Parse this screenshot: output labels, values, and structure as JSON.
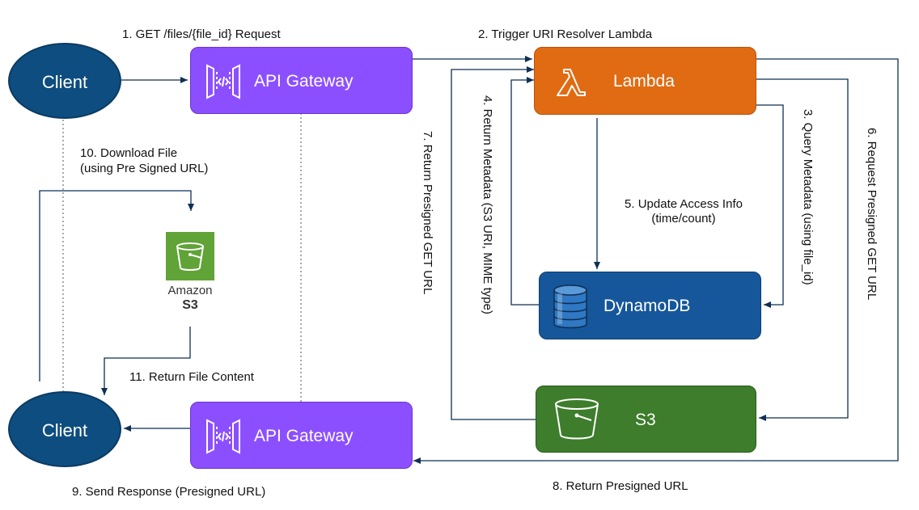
{
  "nodes": {
    "client_top": "Client",
    "client_bottom": "Client",
    "api_gateway_top": "API Gateway",
    "api_gateway_bottom": "API Gateway",
    "lambda": "Lambda",
    "dynamodb": "DynamoDB",
    "s3": "S3",
    "amazon_s3_line1": "Amazon",
    "amazon_s3_line2": "S3"
  },
  "steps": {
    "s1": "1. GET /files/{file_id} Request",
    "s2": "2. Trigger URI Resolver Lambda",
    "s3": "3. Query Metadata (using file_id)",
    "s4": "4. Return Metadata (S3 URI, MIME type)",
    "s5_line1": "5. Update Access Info",
    "s5_line2": "(time/count)",
    "s6": "6. Request Presigned GET URL",
    "s7": "7. Return Presigned GET URL",
    "s8": "8. Return Presigned URL",
    "s9": "9. Send Response (Presigned URL)",
    "s10_line1": "10. Download File",
    "s10_line2": "(using Pre Signed URL)",
    "s11": "11. Return File Content"
  },
  "colors": {
    "client": "#0e4d80",
    "api_gateway": "#8c4fff",
    "lambda": "#e06b12",
    "dynamodb": "#15579a",
    "s3": "#3d7d2b",
    "amazon_s3_icon": "#60a337",
    "connector": "#0e2f55"
  },
  "icons": [
    "api-gateway-icon",
    "lambda-icon",
    "dynamodb-icon",
    "s3-bucket-icon",
    "amazon-s3-icon"
  ]
}
